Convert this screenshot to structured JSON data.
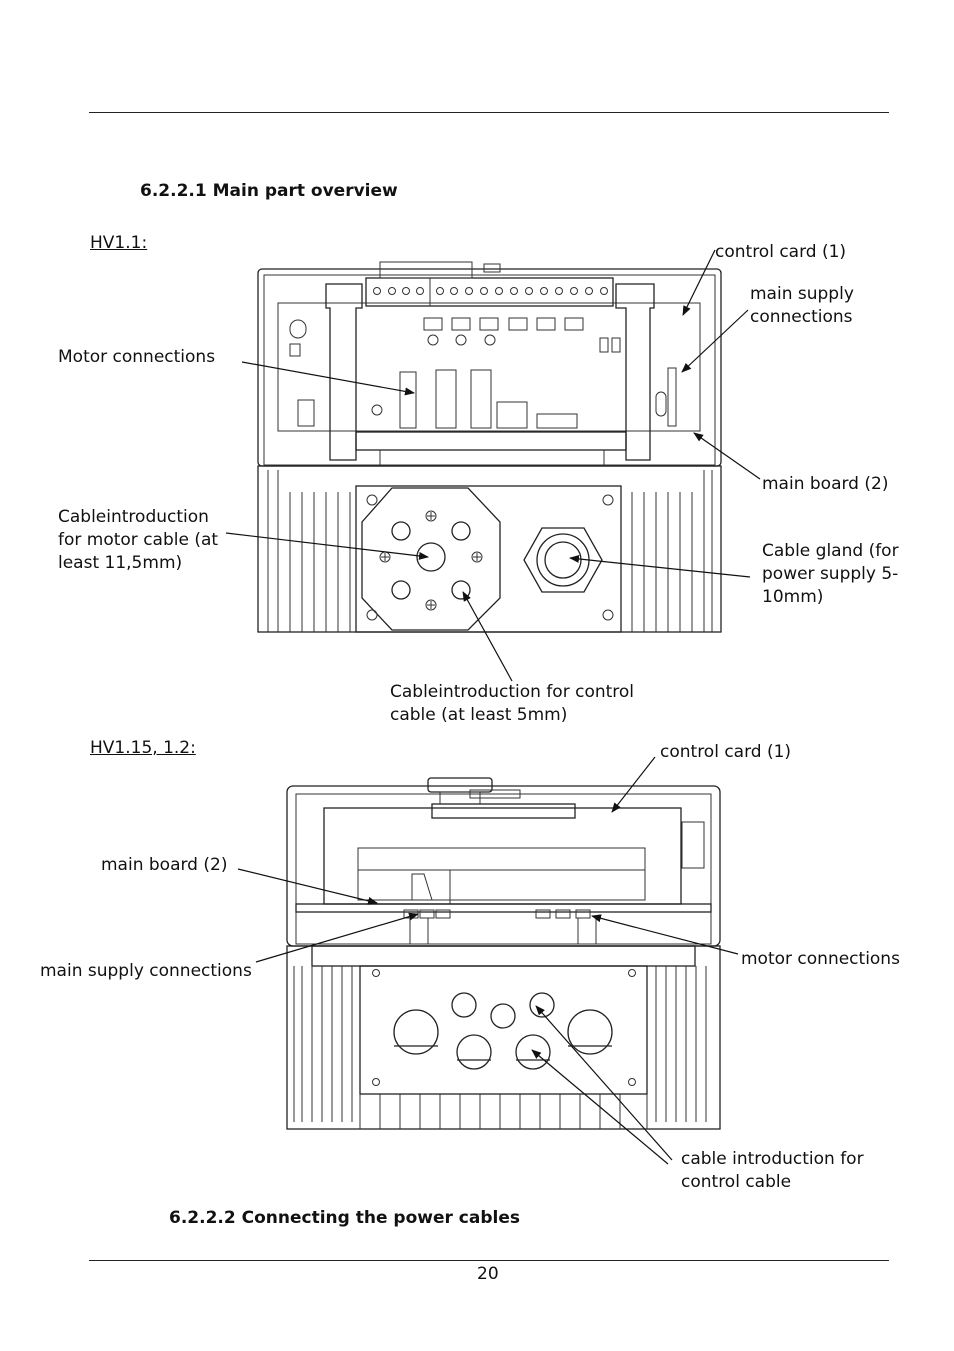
{
  "section_main": "6.2.2.1  Main part overview",
  "section_power": "6.2.2.2  Connecting the power cables",
  "page_number": "20",
  "hv11": {
    "label": "HV1.1:",
    "control_card": "control card (1)",
    "main_supply": [
      "main supply",
      "connections"
    ],
    "motor_connections": "Motor connections",
    "main_board": "main board (2)",
    "cable_motor": [
      "Cableintroduction",
      "for motor cable (at",
      "least 11,5mm)"
    ],
    "cable_gland": [
      "Cable gland (for",
      "power supply 5-",
      "10mm)"
    ],
    "cable_control": [
      "Cableintroduction for control",
      "cable (at least 5mm)"
    ]
  },
  "hv115": {
    "label": "HV1.15, 1.2:",
    "control_card": "control card (1)",
    "main_board": "main board (2)",
    "main_supply": "main supply connections",
    "motor_connections": "motor connections",
    "cable_control": [
      "cable introduction for",
      "control cable"
    ]
  }
}
